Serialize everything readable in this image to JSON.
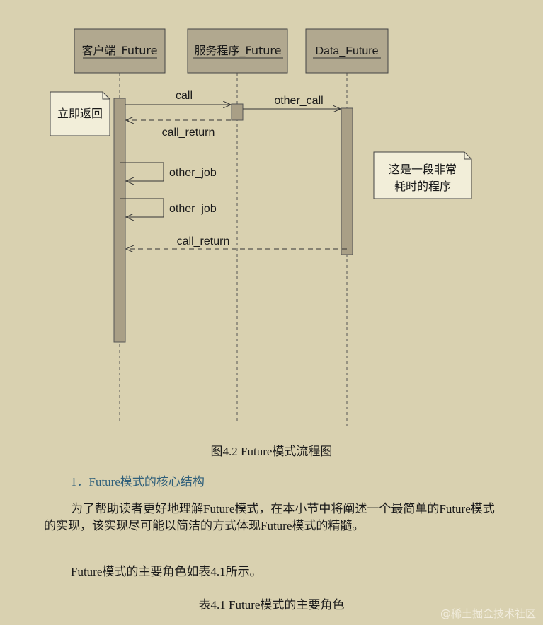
{
  "diagram": {
    "lifelines": [
      {
        "label": "客户端_Future"
      },
      {
        "label": "服务程序_Future"
      },
      {
        "label": "Data_Future"
      }
    ],
    "notes": {
      "client_note": "立即返回",
      "data_note_line1": "这是一段非常",
      "data_note_line2": "耗时的程序"
    },
    "messages": {
      "call": "call",
      "other_call": "other_call",
      "call_return_1": "call_return",
      "other_job_1": "other_job",
      "other_job_2": "other_job",
      "call_return_2": "call_return"
    }
  },
  "figure_caption": "图4.2    Future模式流程图",
  "section_heading": "1．Future模式的核心结构",
  "paragraph1": "为了帮助读者更好地理解Future模式，在本小节中将阐述一个最简单的Future模式的实现，该实现尽可能以简洁的方式体现Future模式的精髓。",
  "paragraph2": "Future模式的主要角色如表4.1所示。",
  "table_caption": "表4.1    Future模式的主要角色",
  "watermark": "@稀土掘金技术社区"
}
